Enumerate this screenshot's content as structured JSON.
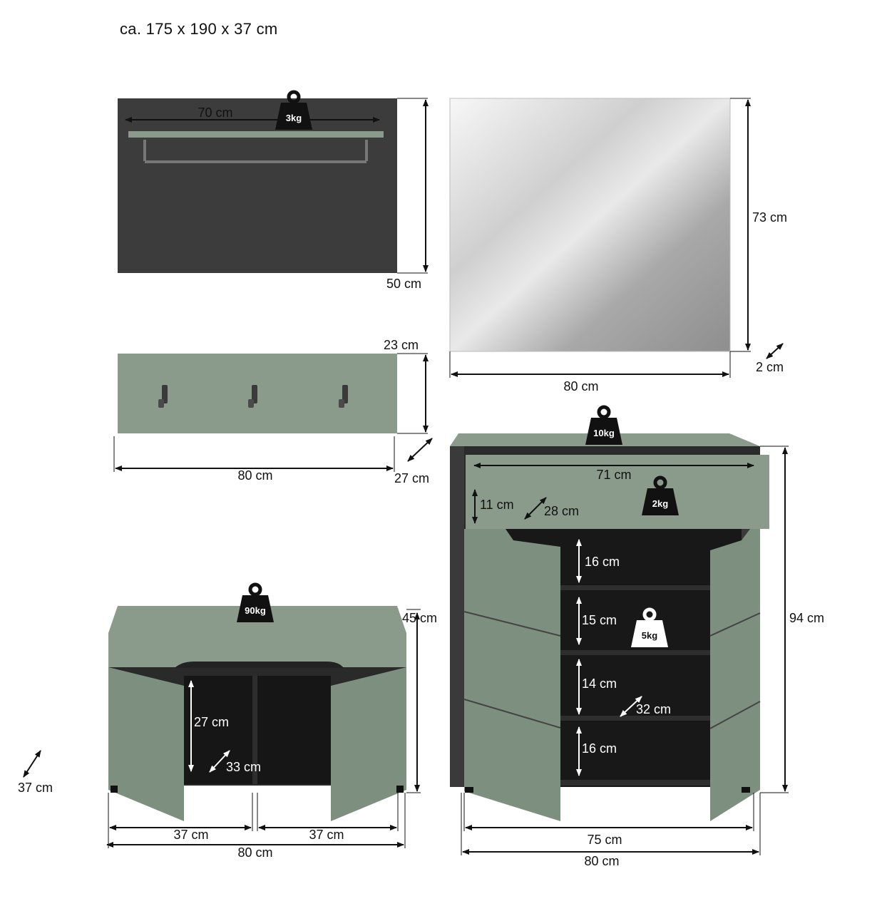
{
  "title": "ca. 175 x 190 x 37 cm",
  "colors": {
    "green": "#8a9b8c",
    "green_dark": "#6f8071",
    "anthracite": "#3c3c3c",
    "inner": "#1e1e1e"
  },
  "coat_panel": {
    "shelf_width": "70 cm",
    "height": "50 cm",
    "load": "3kg"
  },
  "mirror": {
    "height": "73 cm",
    "width": "80 cm",
    "depth": "2 cm"
  },
  "hook_board": {
    "height": "23 cm",
    "width": "80 cm",
    "depth": "27 cm"
  },
  "bench": {
    "load": "90kg",
    "height": "45 cm",
    "inner_height": "27 cm",
    "inner_depth": "33 cm",
    "compartment_left": "37 cm",
    "compartment_right": "37 cm",
    "width": "80 cm",
    "depth": "37 cm"
  },
  "shoe_cabinet": {
    "top_load": "10kg",
    "drawer_width": "71 cm",
    "drawer_height": "11 cm",
    "drawer_depth": "28 cm",
    "drawer_load": "2kg",
    "shelf_1": "16 cm",
    "shelf_2": "15 cm",
    "shelf_load": "5kg",
    "shelf_3": "14 cm",
    "shelf_depth": "32 cm",
    "shelf_4": "16 cm",
    "height": "94 cm",
    "inner_width": "75 cm",
    "width": "80 cm"
  }
}
